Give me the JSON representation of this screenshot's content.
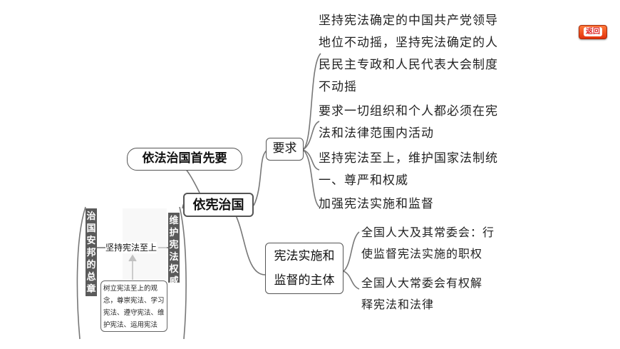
{
  "return_button": {
    "label": "返回"
  },
  "central": {
    "label": "依宪治国"
  },
  "top_note": {
    "label": "依法治国首先要"
  },
  "branch_requirements": {
    "label": "要求",
    "items": [
      [
        "坚持宪法确定的中国共产党领导",
        "地位不动摇，坚持宪法确定的人",
        "民民主专政和人民代表大会制度",
        "不动摇"
      ],
      [
        "要求一切组织和个人都必须在宪",
        "法和法律范围内活动"
      ],
      [
        "坚持宪法至上，维护国家法制统",
        "一、尊严和权威"
      ],
      [
        "加强宪法实施和监督"
      ]
    ]
  },
  "branch_subjects": {
    "lines": [
      "宪法实施和",
      "监督的主体"
    ],
    "items": [
      [
        "全国人大及其常委会：行",
        "使监督宪法实施的职权"
      ],
      [
        "全国人大常委会有权解",
        "释宪法和法律"
      ]
    ]
  },
  "left_panel": {
    "left_bar": "治国安邦的总章程",
    "right_bar": "维护宪法权威",
    "center_label": "坚持宪法至上",
    "note_lines": [
      "树立宪法至上的观",
      "念，尊崇宪法、学习",
      "宪法、遵守宪法、维",
      "护宪法、运用宪法"
    ]
  }
}
